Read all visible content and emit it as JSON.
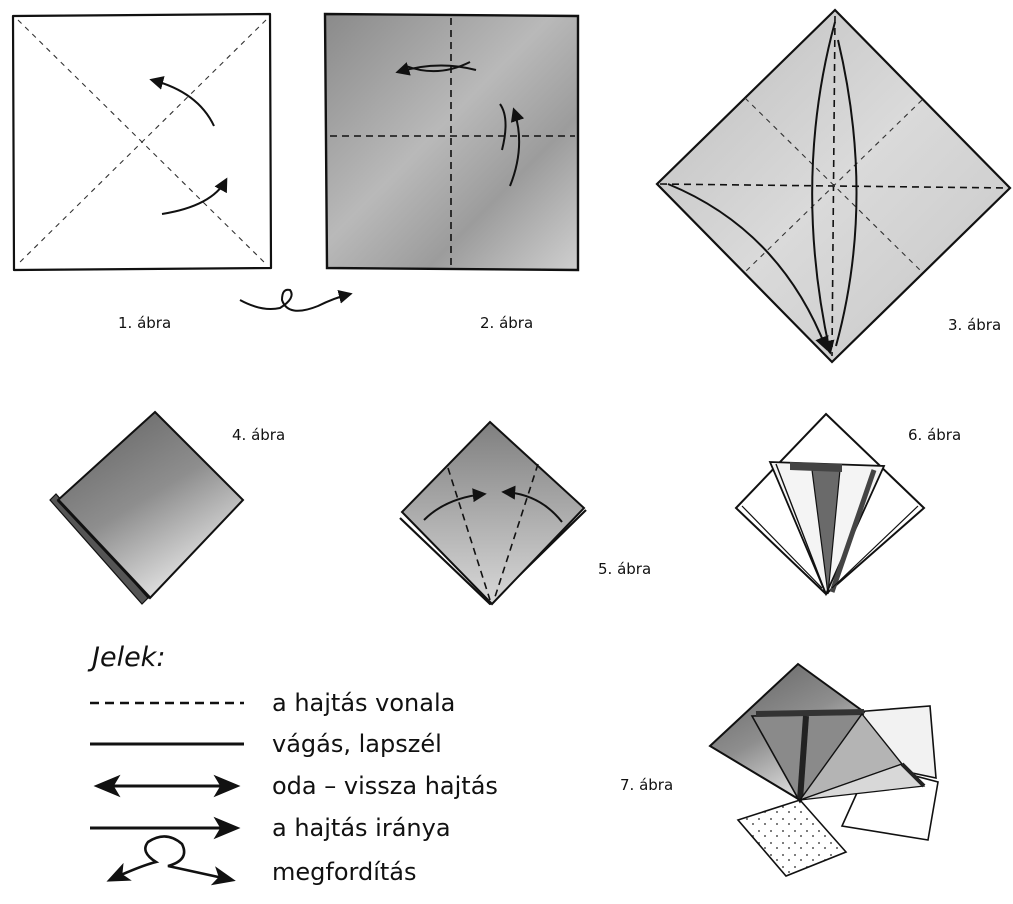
{
  "figures": [
    {
      "id": "fig1",
      "caption": "1. ábra"
    },
    {
      "id": "fig2",
      "caption": "2. ábra"
    },
    {
      "id": "fig3",
      "caption": "3. ábra"
    },
    {
      "id": "fig4",
      "caption": "4. ábra"
    },
    {
      "id": "fig5",
      "caption": "5. ábra"
    },
    {
      "id": "fig6",
      "caption": "6. ábra"
    },
    {
      "id": "fig7",
      "caption": "7. ábra"
    }
  ],
  "legend": {
    "title": "Jelek:",
    "items": [
      {
        "symbol": "dashed-line",
        "label": "a hajtás vonala"
      },
      {
        "symbol": "solid-line",
        "label": "vágás, lapszél"
      },
      {
        "symbol": "double-arrow",
        "label": "oda – vissza hajtás"
      },
      {
        "symbol": "single-arrow",
        "label": "a hajtás iránya"
      },
      {
        "symbol": "turn-over-loop",
        "label": "megfordítás"
      }
    ]
  }
}
